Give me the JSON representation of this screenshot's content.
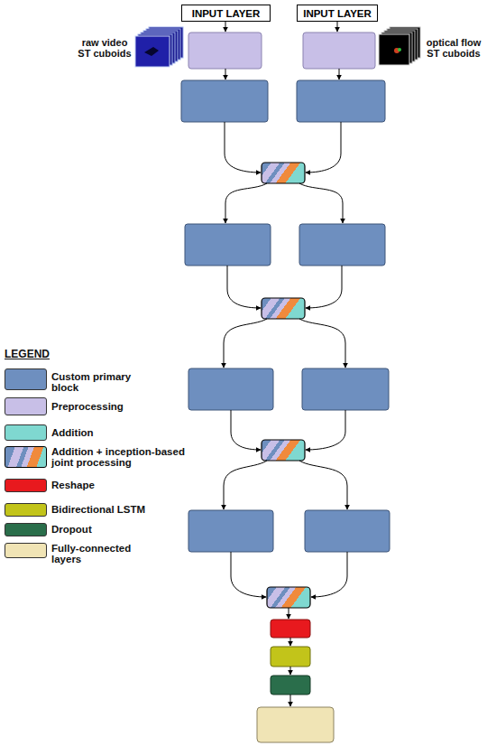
{
  "diagram": {
    "nodes": [
      {
        "text": [
          "INPUT LAYER"
        ]
      },
      {
        "text": [
          "INPUT LAYER"
        ]
      }
    ],
    "labels": [
      "raw video ST cuboids",
      "optical flow ST cuboids",
      "LEGEND"
    ],
    "legend": [
      {
        "text": "Custom primary block",
        "color": "#6e8fbf"
      },
      {
        "text": "Preprocessing",
        "color": "#c8bfe7"
      },
      {
        "text": "Addition",
        "color": "#7fd8d0"
      },
      {
        "text": "Addition + inception-based joint processing"
      },
      {
        "text": "Reshape",
        "color": "#e8191e"
      },
      {
        "text": "Bidirectional LSTM",
        "color": "#c2c41a"
      },
      {
        "text": "Dropout",
        "color": "#2a6e4b"
      },
      {
        "text": "Fully-connected layers",
        "color": "#f0e4b5"
      }
    ]
  }
}
